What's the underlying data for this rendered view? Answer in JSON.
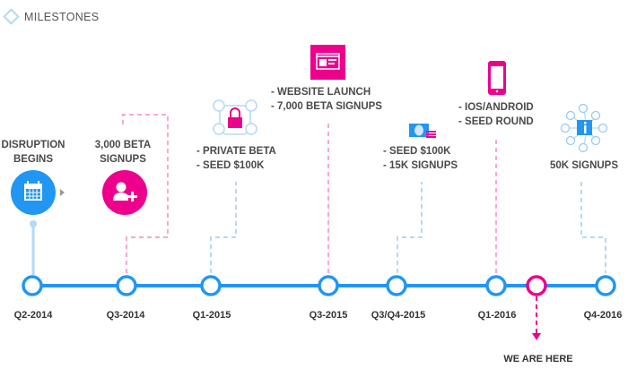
{
  "header": {
    "title": "MILESTONES",
    "icon": "diamond-icon"
  },
  "colors": {
    "blue": "#2196f3",
    "pink": "#ec008c",
    "light_blue": "#b3d9f7",
    "light_pink": "#f7a8d2"
  },
  "milestones": [
    {
      "quarter": "Q2-2014",
      "lines": [
        "DISRUPTION",
        "BEGINS"
      ],
      "icon": "calendar-icon"
    },
    {
      "quarter": "Q3-2014",
      "lines": [
        "3,000 BETA",
        "SIGNUPS"
      ],
      "icon": "add-user-icon"
    },
    {
      "quarter": "Q1-2015",
      "lines": [
        "- PRIVATE BETA",
        "- SEED $100K"
      ],
      "icon": "lock-network-icon"
    },
    {
      "quarter": "Q3-2015",
      "lines": [
        "- WEBSITE LAUNCH",
        "- 7,000 BETA SIGNUPS"
      ],
      "icon": "website-icon"
    },
    {
      "quarter": "Q3/Q4-2015",
      "lines": [
        "- SEED $100K",
        "- 15K SIGNUPS"
      ],
      "icon": "money-icon"
    },
    {
      "quarter": "Q1-2016",
      "lines": [
        "- IOS/ANDROID",
        "- SEED ROUND"
      ],
      "icon": "phone-icon"
    },
    {
      "quarter": "Q4-2016",
      "lines": [
        "50K SIGNUPS"
      ],
      "icon": "social-network-icon"
    }
  ],
  "current": {
    "label": "WE ARE HERE"
  }
}
